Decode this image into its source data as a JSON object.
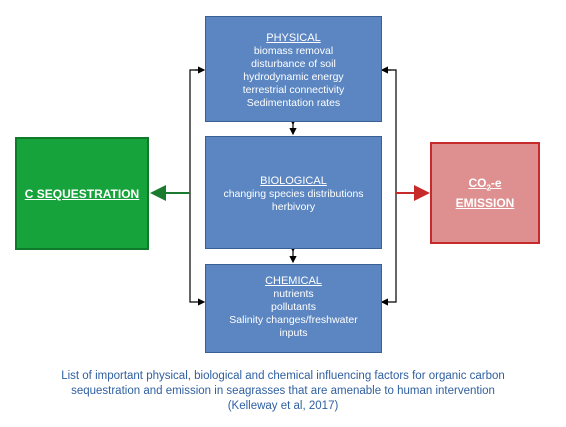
{
  "physical": {
    "title": "PHYSICAL",
    "items": [
      "biomass removal",
      "disturbance of soil",
      "hydrodynamic energy",
      "terrestrial connectivity",
      "Sedimentation rates"
    ]
  },
  "biological": {
    "title": "BIOLOGICAL",
    "items": [
      "changing species distributions",
      "herbivory"
    ]
  },
  "chemical": {
    "title": "CHEMICAL",
    "items": [
      "nutrients",
      "pollutants",
      "Salinity changes/freshwater",
      "inputs"
    ]
  },
  "sequestration": {
    "label": "C SEQUESTRATION"
  },
  "emission": {
    "line1_main": "CO",
    "line1_sub": "2",
    "line1_suffix": "-e",
    "line2": "EMISSION"
  },
  "caption": {
    "line1": "List of important physical, biological and chemical influencing factors for organic carbon",
    "line2": "sequestration and emission in seagrasses that are amenable to human intervention",
    "line3": "(Kelleway et al, 2017)"
  },
  "colors": {
    "factor_fill": "#5b86c2",
    "sequestration_fill": "#17a33b",
    "sequestration_arrow": "#1a7a2e",
    "emission_fill": "#de8f8f",
    "emission_arrow": "#c62a2a",
    "caption_text": "#2f5fa0"
  }
}
